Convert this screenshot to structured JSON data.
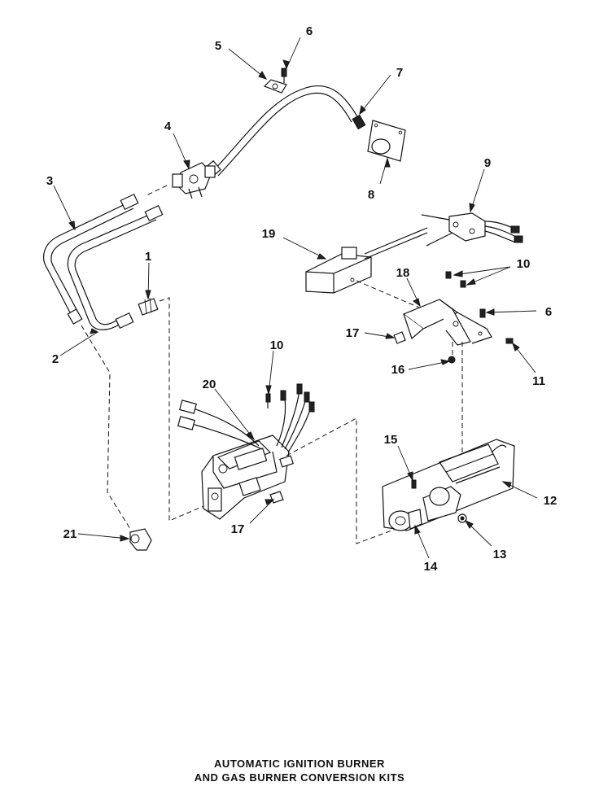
{
  "caption": {
    "line1": "AUTOMATIC IGNITION BURNER",
    "line2": "AND GAS BURNER CONVERSION KITS"
  },
  "callouts": [
    {
      "id": "c1",
      "text": "1"
    },
    {
      "id": "c2",
      "text": "2"
    },
    {
      "id": "c3",
      "text": "3"
    },
    {
      "id": "c4",
      "text": "4"
    },
    {
      "id": "c5",
      "text": "5"
    },
    {
      "id": "c6a",
      "text": "6"
    },
    {
      "id": "c6b",
      "text": "6"
    },
    {
      "id": "c7",
      "text": "7"
    },
    {
      "id": "c8",
      "text": "8"
    },
    {
      "id": "c9",
      "text": "9"
    },
    {
      "id": "c10a",
      "text": "10"
    },
    {
      "id": "c10b",
      "text": "10"
    },
    {
      "id": "c11",
      "text": "11"
    },
    {
      "id": "c12",
      "text": "12"
    },
    {
      "id": "c13",
      "text": "13"
    },
    {
      "id": "c14",
      "text": "14"
    },
    {
      "id": "c15",
      "text": "15"
    },
    {
      "id": "c16",
      "text": "16"
    },
    {
      "id": "c17a",
      "text": "17"
    },
    {
      "id": "c17b",
      "text": "17"
    },
    {
      "id": "c18",
      "text": "18"
    },
    {
      "id": "c19",
      "text": "19"
    },
    {
      "id": "c20",
      "text": "20"
    },
    {
      "id": "c21",
      "text": "21"
    }
  ]
}
